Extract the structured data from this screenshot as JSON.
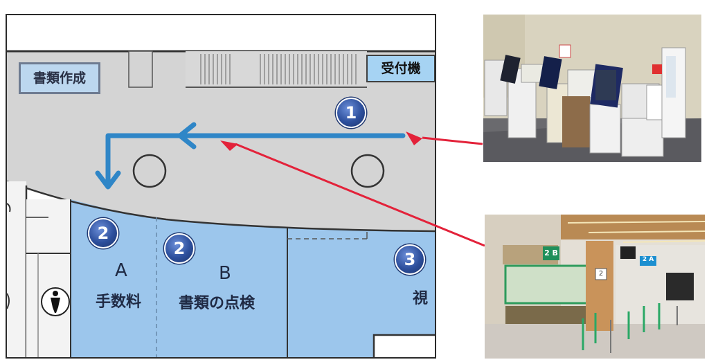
{
  "map": {
    "reception_label": "受付機",
    "document_label": "書類作成",
    "counter_a": {
      "letter": "A",
      "name": "手数料"
    },
    "counter_b": {
      "letter": "B",
      "name": "書類の点検"
    },
    "counter_c_partial": "視",
    "badges": [
      "1",
      "2",
      "2",
      "3"
    ]
  },
  "photos": {
    "hall_sign_main": "2 B",
    "hall_sign_right": "2 A",
    "hall_number": "2"
  },
  "colors": {
    "route_arrow": "#2f86c7",
    "pointer_arrow": "#e3223a",
    "counter_fill": "#9cc6ec",
    "corridor_fill": "#d3d3d3",
    "badge": "#2d4f9c"
  }
}
